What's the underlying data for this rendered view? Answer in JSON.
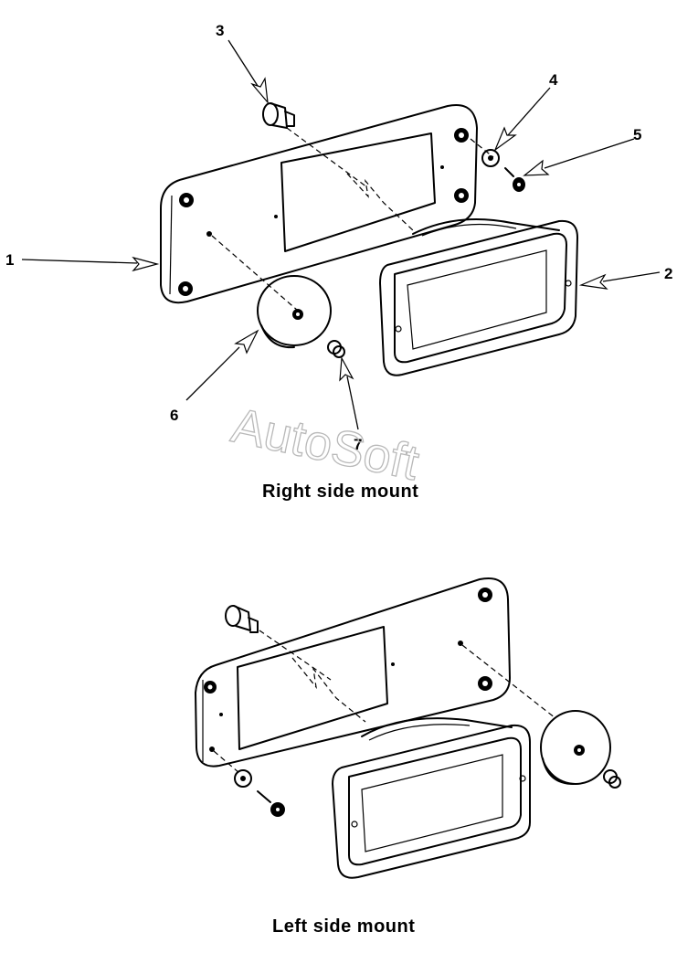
{
  "watermark": "AutoSoft",
  "right_mount": {
    "caption": "Right side mount",
    "callouts": [
      "1",
      "2",
      "3",
      "4",
      "5",
      "6",
      "7"
    ]
  },
  "left_mount": {
    "caption": "Left side mount"
  }
}
